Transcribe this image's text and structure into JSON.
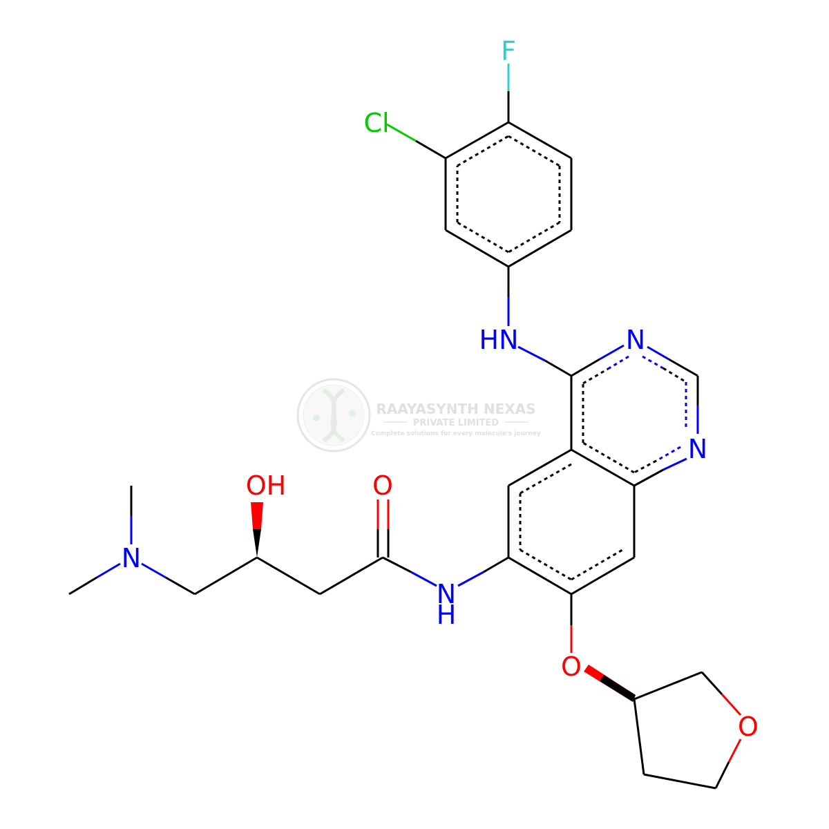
{
  "colors": {
    "bond": "#000000",
    "nitrogen": "#0000ff",
    "oxygen": "#ff0000",
    "chlorine": "#00cc00",
    "fluorine": "#33cccc",
    "watermark": "#c8c8c8"
  },
  "atoms": {
    "F": "F",
    "Cl": "Cl",
    "NH_anilino": "HN",
    "N_ring_1": "N",
    "N_ring_3": "N",
    "OH": "OH",
    "O_carbonyl": "O",
    "N_amine": "N",
    "N_amide": "N",
    "H_amide": "H",
    "O_ether": "O",
    "O_thf": "O"
  },
  "watermark": {
    "company": "RAAYASYNTH NEXAS",
    "subtitle": "PRIVATE LIMITED",
    "tagline": "Complete solutions for every molecule's journey",
    "logo_icon": "dna-helix-logo-icon"
  }
}
